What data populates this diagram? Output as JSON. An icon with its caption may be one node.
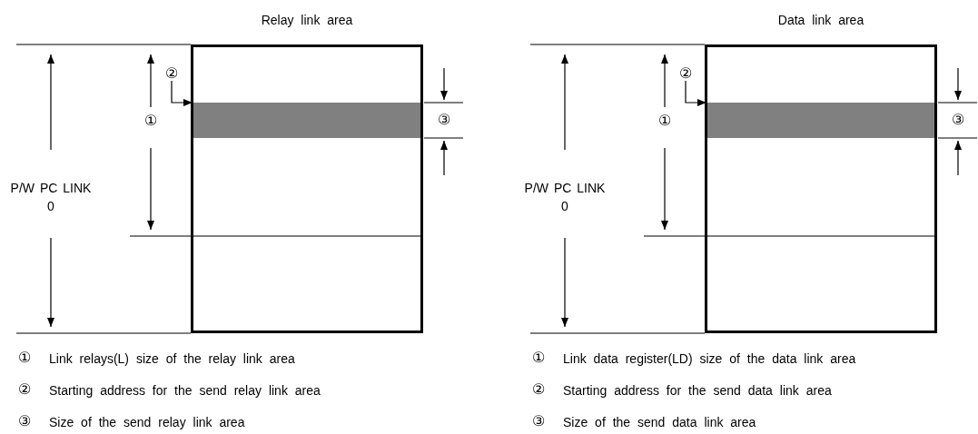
{
  "diagram": {
    "nodes": [
      {
        "text": [
          "Relay link area"
        ]
      },
      {
        "text": [],
        "shape": "bar",
        "in": 0
      },
      {
        "text": [
          "②"
        ]
      },
      {
        "text": [
          "Data link area"
        ]
      },
      {
        "text": [],
        "shape": "bar",
        "in": 3
      },
      {
        "text": [
          "②"
        ]
      }
    ],
    "edges": [
      {
        "from": 2,
        "to": 1,
        "arrow": "to"
      },
      {
        "from": 5,
        "to": 4,
        "arrow": "to"
      }
    ],
    "labels": [
      "P/W PC LINK 0",
      "①",
      "③",
      "①",
      "Link relays(L) size of the relay link area",
      "②",
      "Starting address for the send relay link area",
      "③",
      "Size of the send relay link area",
      "P/W PC LINK 0",
      "①",
      "③",
      "①",
      "Link data register(LD) size of the data link area",
      "②",
      "Starting address for the send data link area",
      "③",
      "Size of the send data link area"
    ]
  }
}
